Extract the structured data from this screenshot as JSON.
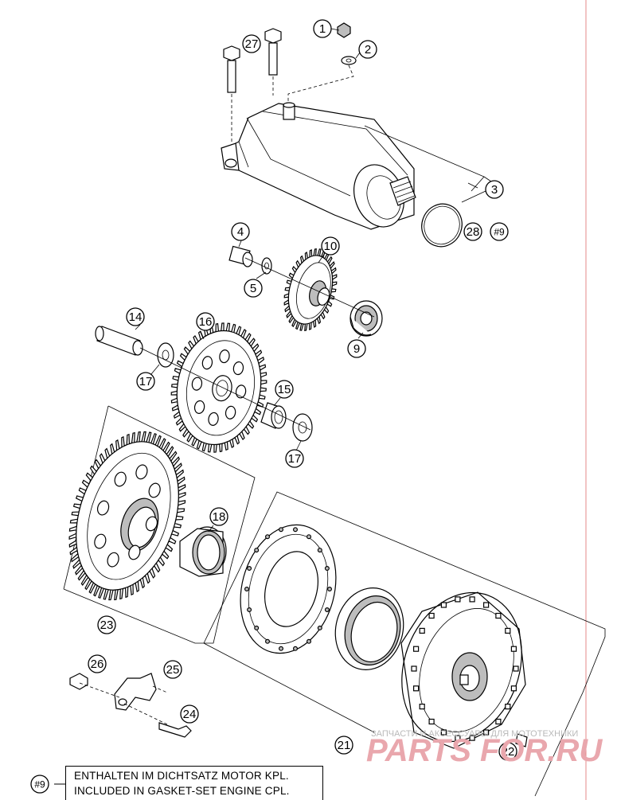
{
  "callouts": [
    {
      "id": "c1",
      "label": "1"
    },
    {
      "id": "c2",
      "label": "2"
    },
    {
      "id": "c3",
      "label": "3"
    },
    {
      "id": "c4",
      "label": "4"
    },
    {
      "id": "c5",
      "label": "5"
    },
    {
      "id": "c9",
      "label": "9"
    },
    {
      "id": "c10",
      "label": "10"
    },
    {
      "id": "c14",
      "label": "14"
    },
    {
      "id": "c15",
      "label": "15"
    },
    {
      "id": "c16",
      "label": "16"
    },
    {
      "id": "c17a",
      "label": "17"
    },
    {
      "id": "c17b",
      "label": "17"
    },
    {
      "id": "c18",
      "label": "18"
    },
    {
      "id": "c21",
      "label": "21"
    },
    {
      "id": "c22",
      "label": "22"
    },
    {
      "id": "c23",
      "label": "23"
    },
    {
      "id": "c24",
      "label": "24"
    },
    {
      "id": "c25",
      "label": "25"
    },
    {
      "id": "c26",
      "label": "26"
    },
    {
      "id": "c27",
      "label": "27"
    },
    {
      "id": "c28",
      "label": "28"
    },
    {
      "id": "c9ref",
      "label": "#9"
    },
    {
      "id": "legend",
      "label": "#9"
    }
  ],
  "legend": {
    "symbol": "#9",
    "line1": "ENTHALTEN IM DICHTSATZ MOTOR KPL.",
    "line2": "INCLUDED IN GASKET-SET ENGINE CPL."
  },
  "watermark": {
    "small": "ЗАПЧАСТИ И АКСЕССУАРЫ ДЛЯ МОТОТЕХНИКИ",
    "brand": "PARTS FOR.RU"
  },
  "colors": {
    "margin_line": "#e58a8a",
    "watermark_brand": "#e9a7ad",
    "watermark_small": "#b9b9b9"
  }
}
